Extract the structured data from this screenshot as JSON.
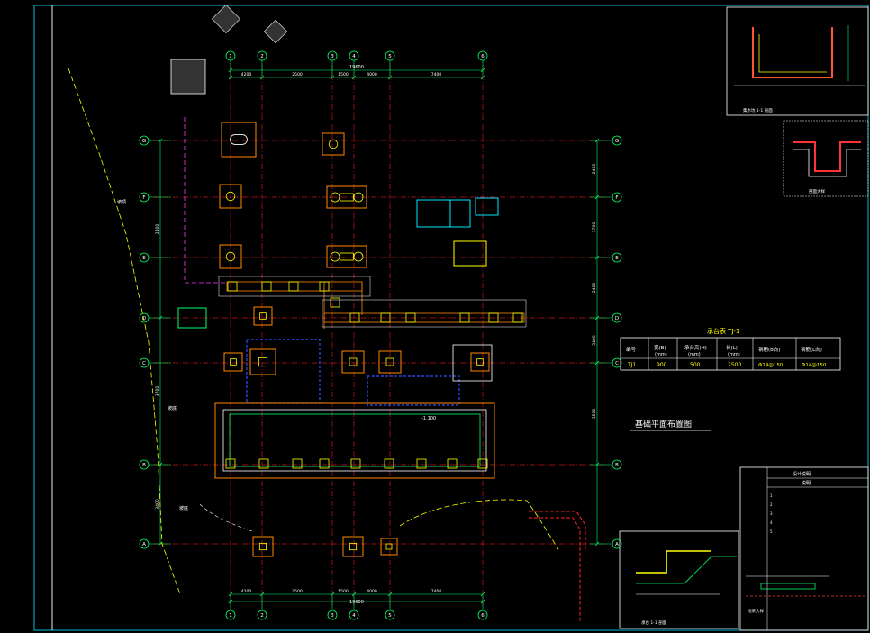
{
  "drawing": {
    "title": "基础平面布置图",
    "grid_x": [
      "1",
      "2",
      "3",
      "4",
      "5",
      "6"
    ],
    "grid_y": [
      "G",
      "F",
      "E",
      "D",
      "C",
      "B",
      "A"
    ],
    "dims_top": [
      "4200",
      "2500",
      "1500",
      "4000",
      "7400"
    ],
    "dims_bottom": [
      "4200",
      "2500",
      "1500",
      "4000",
      "7400"
    ],
    "total_dim": "19600",
    "dims_right": [
      "2400",
      "3700",
      "2400",
      "3400",
      "3500"
    ],
    "dims_left": [
      "2400",
      "3700",
      "3400"
    ],
    "left_notes": [
      "坡顶",
      "坡底",
      "坡底"
    ],
    "level_mark": "-1.100"
  },
  "schedule": {
    "title": "承台表  TJ-1",
    "headers": [
      "编号",
      "宽(B)",
      "承台高(H)",
      "长(L)",
      "钢筋(B向)",
      "钢筋(L向)"
    ],
    "units": [
      "",
      "(mm)",
      "(mm)",
      "(mm)",
      "",
      ""
    ],
    "row": [
      "TJ1",
      "900",
      "500",
      "2500",
      "Φ14@150",
      "Φ14@150"
    ]
  },
  "detail_labels": {
    "d1": "集水坑 1-1 剖面",
    "d2": "剖面大样",
    "d3": "承台 1-1 剖面",
    "d4": "地梁大样"
  },
  "title_block": {
    "header": "设计说明",
    "sub": "说明",
    "items": [
      "1",
      "2",
      "3",
      "4",
      "5"
    ]
  }
}
